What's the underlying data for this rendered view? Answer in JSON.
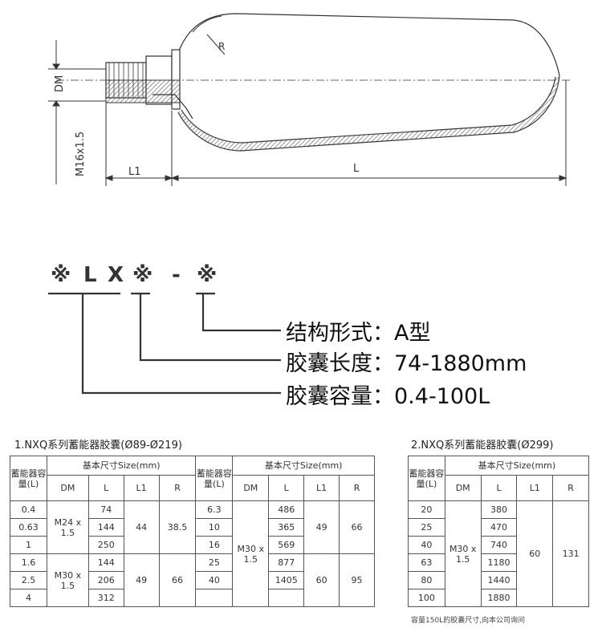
{
  "drawing": {
    "label_dm": "DM",
    "label_thread": "M16x1.5",
    "label_l1": "L1",
    "label_l": "L",
    "label_r": "R"
  },
  "model_code": {
    "chars": [
      "※",
      "L",
      "X",
      "※",
      "-",
      "※"
    ],
    "legend": [
      {
        "label": "结构形式：",
        "value": "A型"
      },
      {
        "label": "胶囊长度：",
        "value": "74-1880mm"
      },
      {
        "label": "胶囊容量：",
        "value": "0.4-100L"
      }
    ]
  },
  "table1": {
    "title": "1.NXQ系列蓄能器胶囊(Ø89-Ø219)",
    "headers": {
      "capacity": "蓄能器容量(L)",
      "basic": "基本尺寸Size(mm)",
      "dm": "DM",
      "l": "L",
      "l1": "L1",
      "r": "R"
    },
    "left_rows": [
      {
        "cap": "0.4",
        "l": "74"
      },
      {
        "cap": "0.63",
        "l": "144"
      },
      {
        "cap": "1",
        "l": "250"
      },
      {
        "cap": "1.6",
        "l": "144"
      },
      {
        "cap": "2.5",
        "l": "206"
      },
      {
        "cap": "4",
        "l": "312"
      }
    ],
    "left_groups": [
      {
        "dm": "M24 x 1.5",
        "l1": "44",
        "r": "38.5"
      },
      {
        "dm": "M30 x 1.5",
        "l1": "49",
        "r": "66"
      }
    ],
    "right_rows": [
      {
        "cap": "6.3",
        "l": "486"
      },
      {
        "cap": "10",
        "l": "365"
      },
      {
        "cap": "16",
        "l": "569"
      },
      {
        "cap": "25",
        "l": "877"
      },
      {
        "cap": "40",
        "l": "1405"
      }
    ],
    "right_dm": "M30 x 1.5",
    "right_groups": [
      {
        "l1": "49",
        "r": "66"
      },
      {
        "l1": "60",
        "r": "95"
      }
    ]
  },
  "table2": {
    "title": "2.NXQ系列蓄能器胶囊(Ø299)",
    "rows": [
      {
        "cap": "20",
        "l": "380"
      },
      {
        "cap": "25",
        "l": "470"
      },
      {
        "cap": "40",
        "l": "740"
      },
      {
        "cap": "63",
        "l": "1180"
      },
      {
        "cap": "80",
        "l": "1440"
      },
      {
        "cap": "100",
        "l": "1880"
      }
    ],
    "dm": "M30 x 1.5",
    "l1": "60",
    "r": "131",
    "note": "容量150L的胶囊尺寸,向本公司询问"
  },
  "colors": {
    "line": "#333333",
    "hatch": "#555555"
  }
}
